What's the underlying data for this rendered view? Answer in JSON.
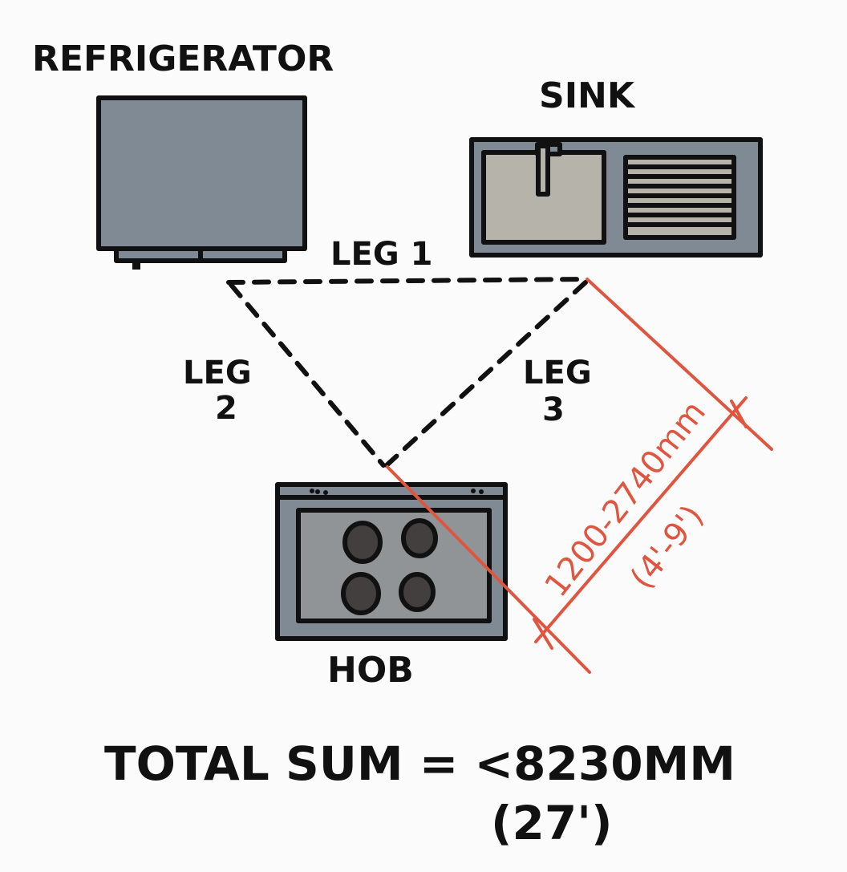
{
  "labels": {
    "refrigerator": "REFRIGERATOR",
    "sink": "SINK",
    "hob": "HOB",
    "leg1": "LEG 1",
    "leg2_line1": "LEG",
    "leg2_line2": "2",
    "leg3_line1": "LEG",
    "leg3_line2": "3"
  },
  "dimension": {
    "range_mm": "1200-2740mm",
    "range_ft": "(4'-9')"
  },
  "total": {
    "line1": "TOTAL SUM = <8230MM",
    "line2": "(27')"
  },
  "colors": {
    "appliance": "#808a95",
    "basin": "#b6b3ab",
    "hob_surface": "#909497",
    "burner": "#443f3f",
    "dimension_red": "#e0553f",
    "ink": "#111111"
  }
}
